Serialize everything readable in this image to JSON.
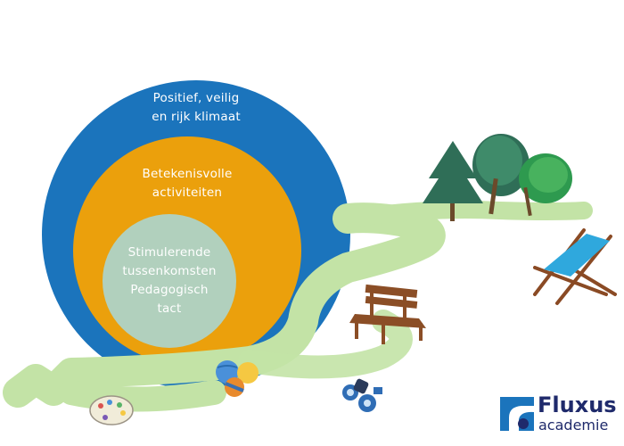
{
  "diagram": {
    "outer_circle": {
      "line1": "Positief, veilig",
      "line2": "en rijk klimaat",
      "color": "#1b74bc"
    },
    "middle_circle": {
      "line1": "Betekenisvolle",
      "line2": "activiteiten",
      "color": "#eba00c"
    },
    "inner_circle": {
      "line1": "Stimulerende",
      "line2": "tussenkomsten",
      "line3": "Pedagogisch",
      "line4": "tact",
      "color": "#b1d0bd"
    }
  },
  "logo": {
    "name": "Fluxus",
    "subtitle": "academie",
    "color": "#1f2a6b",
    "icon_color": "#1b74bc"
  },
  "path_color": "#c3e3a6"
}
